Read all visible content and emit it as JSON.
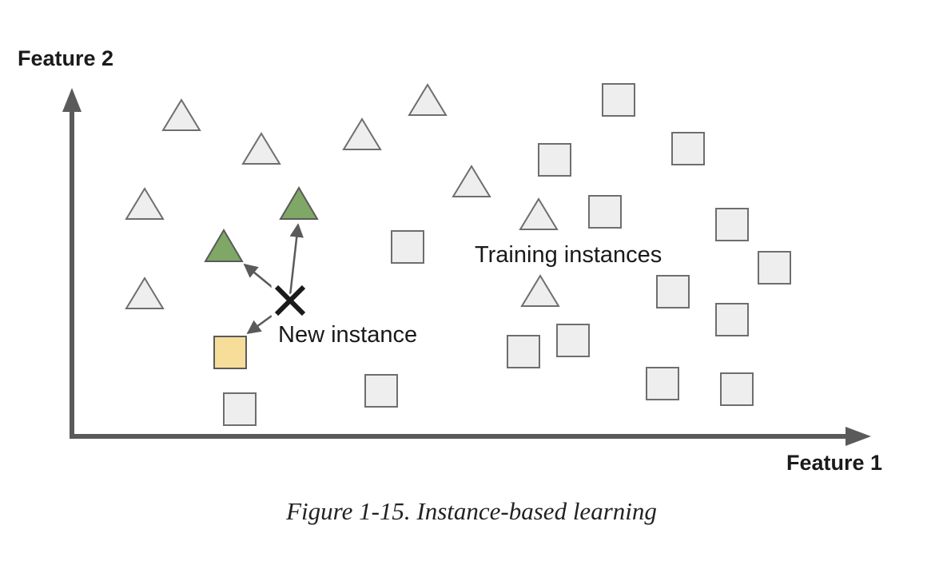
{
  "labels": {
    "y_axis": "Feature 2",
    "x_axis": "Feature 1",
    "training": "Training instances",
    "new_instance": "New instance"
  },
  "caption": "Figure 1-15. Instance-based learning",
  "colors": {
    "axis": "#5a5a5a",
    "plain_fill": "#eeeeee",
    "plain_stroke": "#6e6e6e",
    "neighbor_triangle": "#7fa765",
    "neighbor_square": "#f6dd9a",
    "cross": "#1a1a1a"
  },
  "icons": {
    "triangle": "triangle-instance-icon",
    "square": "square-instance-icon",
    "cross": "cross-icon"
  }
}
